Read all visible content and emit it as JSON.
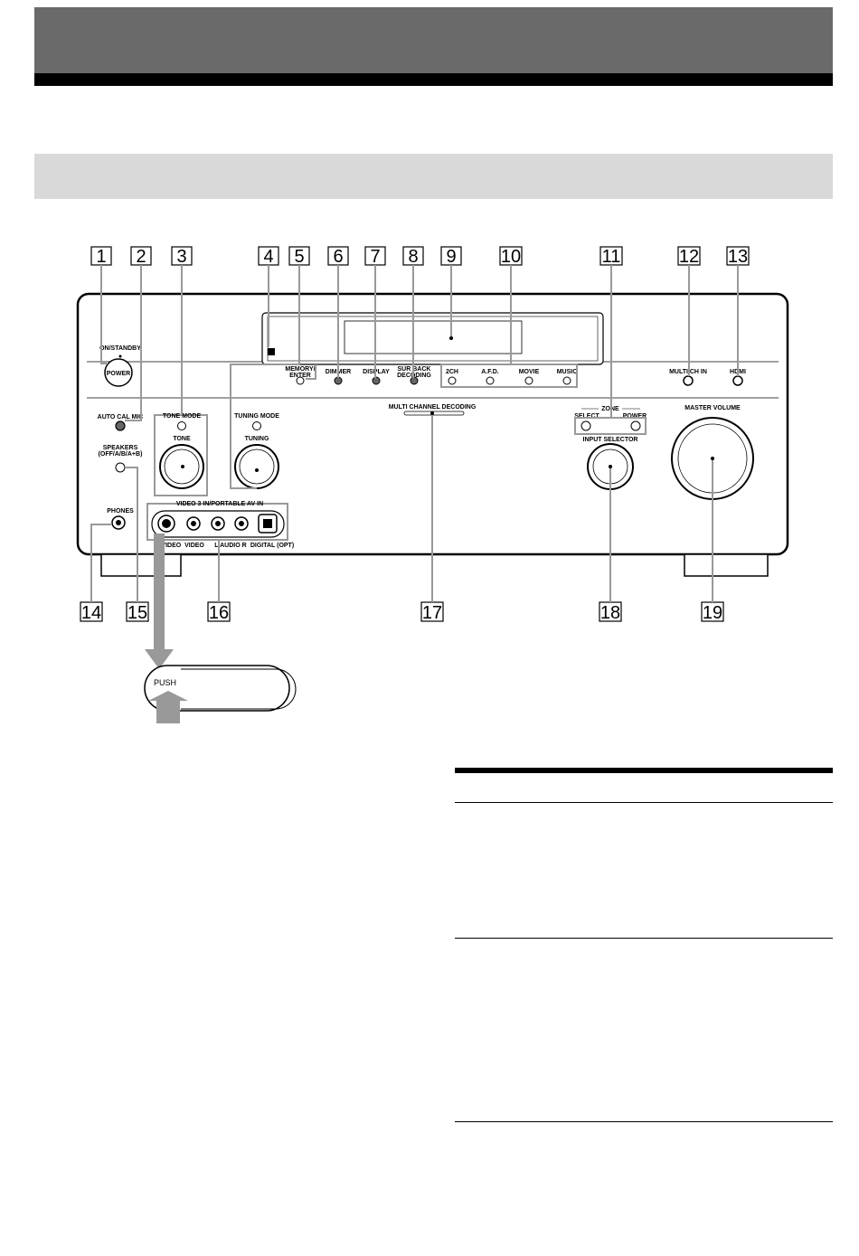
{
  "figure": {
    "callouts": [
      "1",
      "2",
      "3",
      "4",
      "5",
      "6",
      "7",
      "8",
      "9",
      "10",
      "11",
      "12",
      "13",
      "14",
      "15",
      "16",
      "17",
      "18",
      "19"
    ],
    "labels": {
      "on_standby": "ON/STANDBY",
      "power": "POWER",
      "memory_enter_1": "MEMORY/",
      "memory_enter_2": "ENTER",
      "dimmer": "DIMMER",
      "display": "DISPLAY",
      "sur_back_1": "SUR BACK",
      "sur_back_2": "DECODING",
      "ch2": "2CH",
      "afd": "A.F.D.",
      "movie": "MOVIE",
      "music": "MUSIC",
      "multi_ch_in": "MULTI CH IN",
      "hdmi": "HDMI",
      "auto_cal_mic": "AUTO CAL MIC",
      "tone_mode": "TONE MODE",
      "tone": "TONE",
      "tuning_mode": "TUNING MODE",
      "tuning": "TUNING",
      "multi_channel_decoding": "MULTI CHANNEL DECODING",
      "zone": "ZONE",
      "zone_select": "SELECT",
      "zone_power": "POWER",
      "input_selector": "INPUT SELECTOR",
      "master_volume": "MASTER VOLUME",
      "speakers_1": "SPEAKERS",
      "speakers_2": "(OFF/A/B/A+B)",
      "phones": "PHONES",
      "video3_in": "VIDEO 3 IN/PORTABLE AV IN",
      "s_video": "S VIDEO",
      "video": "VIDEO",
      "audio": "L  AUDIO  R",
      "digital_opt": "DIGITAL (OPT)",
      "push": "PUSH"
    }
  }
}
